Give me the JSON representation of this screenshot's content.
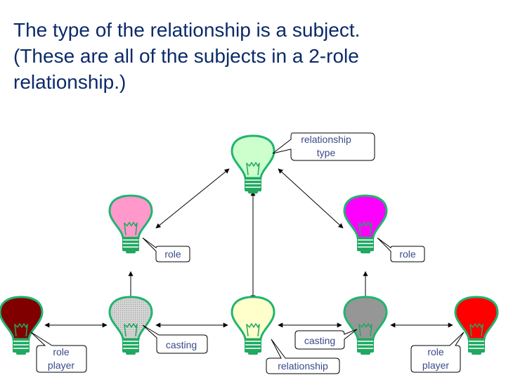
{
  "title": {
    "lines": [
      "The type of the relationship is a subject.",
      "(These are all of the subjects in a 2-role",
      "relationship.)"
    ]
  },
  "colors": {
    "bulb_base": "#20a860",
    "bulb_outline": "#20b470",
    "arrow": "#000000",
    "callout_text": "#3a4a8a",
    "title_text": "#0b2a6a"
  },
  "bulbs": [
    {
      "id": "relationship-type",
      "fill": "#ccffcc",
      "hatched": false
    },
    {
      "id": "role-left",
      "fill": "#ff99cc",
      "hatched": false
    },
    {
      "id": "role-right",
      "fill": "#ff00ff",
      "hatched": false
    },
    {
      "id": "role-player-left",
      "fill": "#800000",
      "hatched": false
    },
    {
      "id": "casting-left",
      "fill": "#c0c0c0",
      "hatched": true
    },
    {
      "id": "relationship",
      "fill": "#ffffcc",
      "hatched": false
    },
    {
      "id": "casting-right",
      "fill": "#969696",
      "hatched": false
    },
    {
      "id": "role-player-right",
      "fill": "#ff0000",
      "hatched": false
    }
  ],
  "labels": {
    "relationship_type": [
      "relationship",
      "type"
    ],
    "role_left": [
      "role"
    ],
    "role_right": [
      "role"
    ],
    "casting_left": [
      "casting"
    ],
    "casting_right": [
      "casting"
    ],
    "relationship": [
      "relationship"
    ],
    "role_player_left": [
      "role",
      "player"
    ],
    "role_player_right": [
      "role",
      "player"
    ]
  }
}
